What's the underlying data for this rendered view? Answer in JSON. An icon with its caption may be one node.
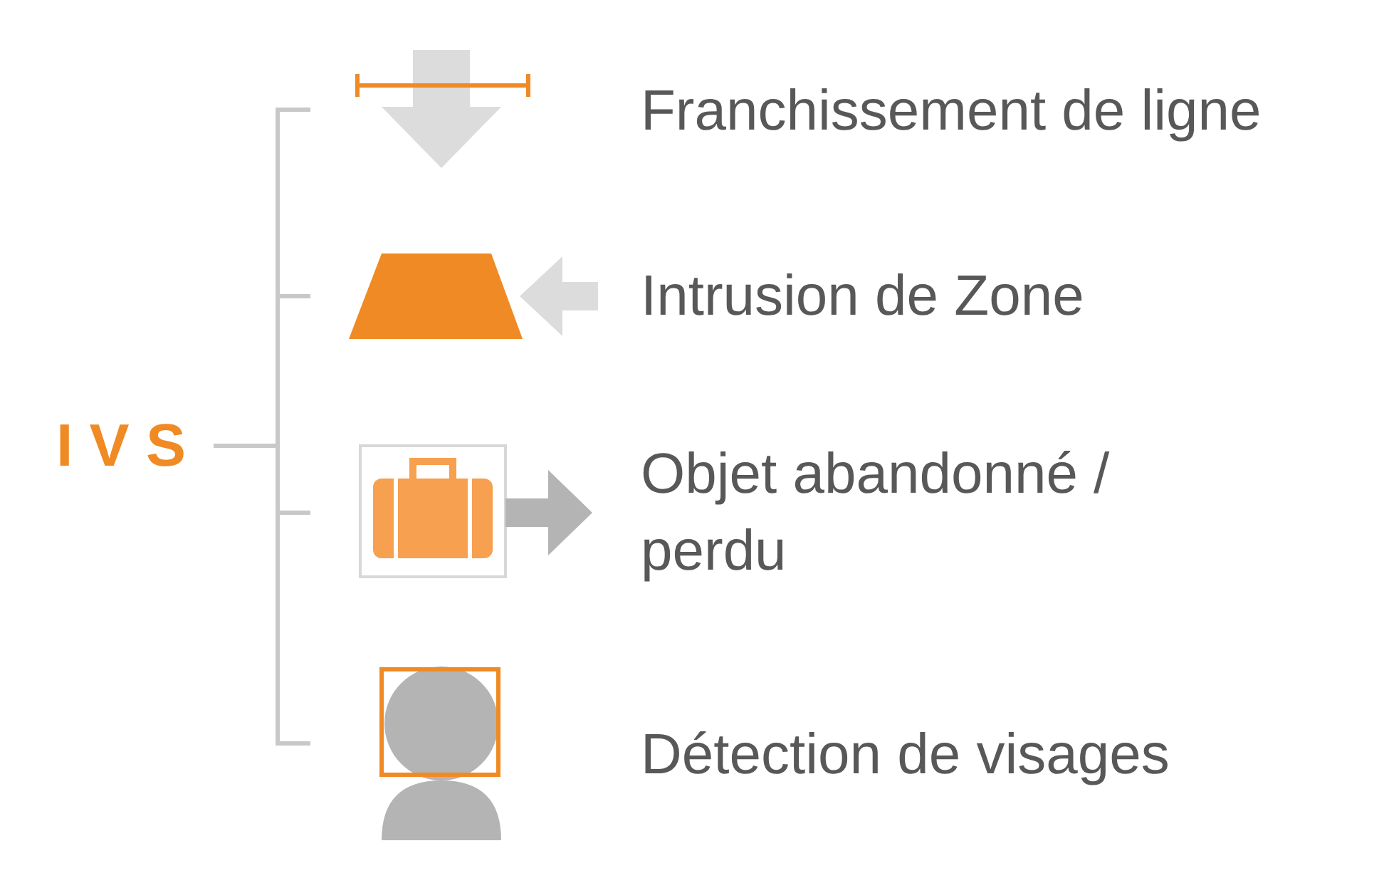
{
  "diagram": {
    "nodes": [
      {
        "text": [
          "I V S"
        ]
      },
      {
        "text": [
          "Franchissement de ligne"
        ]
      },
      {
        "text": [
          "Intrusion de Zone"
        ]
      },
      {
        "text": [
          "Objet abandonné / perdu"
        ]
      },
      {
        "text": [
          "Détection de visages"
        ]
      }
    ],
    "edges": [
      {
        "from": 0,
        "to": 1,
        "arrow": "none"
      },
      {
        "from": 0,
        "to": 2,
        "arrow": "none"
      },
      {
        "from": 0,
        "to": 3,
        "arrow": "none"
      },
      {
        "from": 0,
        "to": 4,
        "arrow": "none"
      }
    ]
  }
}
